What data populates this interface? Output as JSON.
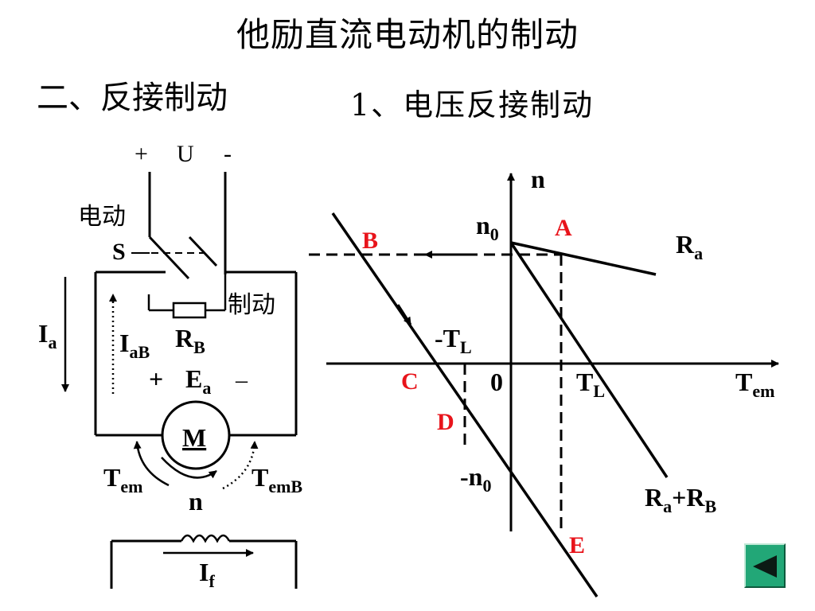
{
  "title": "他励直流电动机的制动",
  "section": "二、反接制动",
  "subsection": "1、电压反接制动",
  "circuit": {
    "plus": "+",
    "u": "U",
    "minus": "-",
    "motoring": "电动",
    "switch": "S",
    "braking": "制动",
    "ia_main": "I",
    "ia_main_sub": "a",
    "iab": "I",
    "iab_sub": "aB",
    "rb": "R",
    "rb_sub": "B",
    "ea_plus": "+",
    "ea": "E",
    "ea_sub": "a",
    "ea_minus": "–",
    "motor": "M",
    "tem": "T",
    "tem_sub": "em",
    "n": "n",
    "temb": "T",
    "temb_sub": "emB",
    "if": "I",
    "if_sub": "f"
  },
  "graph": {
    "axis_n": "n",
    "axis_t": "T",
    "axis_t_sub": "em",
    "n0": "n",
    "n0_sub": "0",
    "neg_n0": "-n",
    "neg_n0_sub": "0",
    "neg_tl": "-T",
    "neg_tl_sub": "L",
    "tl": "T",
    "tl_sub": "L",
    "zero": "0",
    "point_a": "A",
    "point_b": "B",
    "point_c": "C",
    "point_d": "D",
    "point_e": "E",
    "ra": "R",
    "ra_sub": "a",
    "rarb_r1": "R",
    "rarb_s1": "a",
    "rarb_plus": "+R",
    "rarb_s2": "B",
    "point_color": "#e8141b"
  },
  "nav": {
    "icon": "back-arrow-icon"
  }
}
